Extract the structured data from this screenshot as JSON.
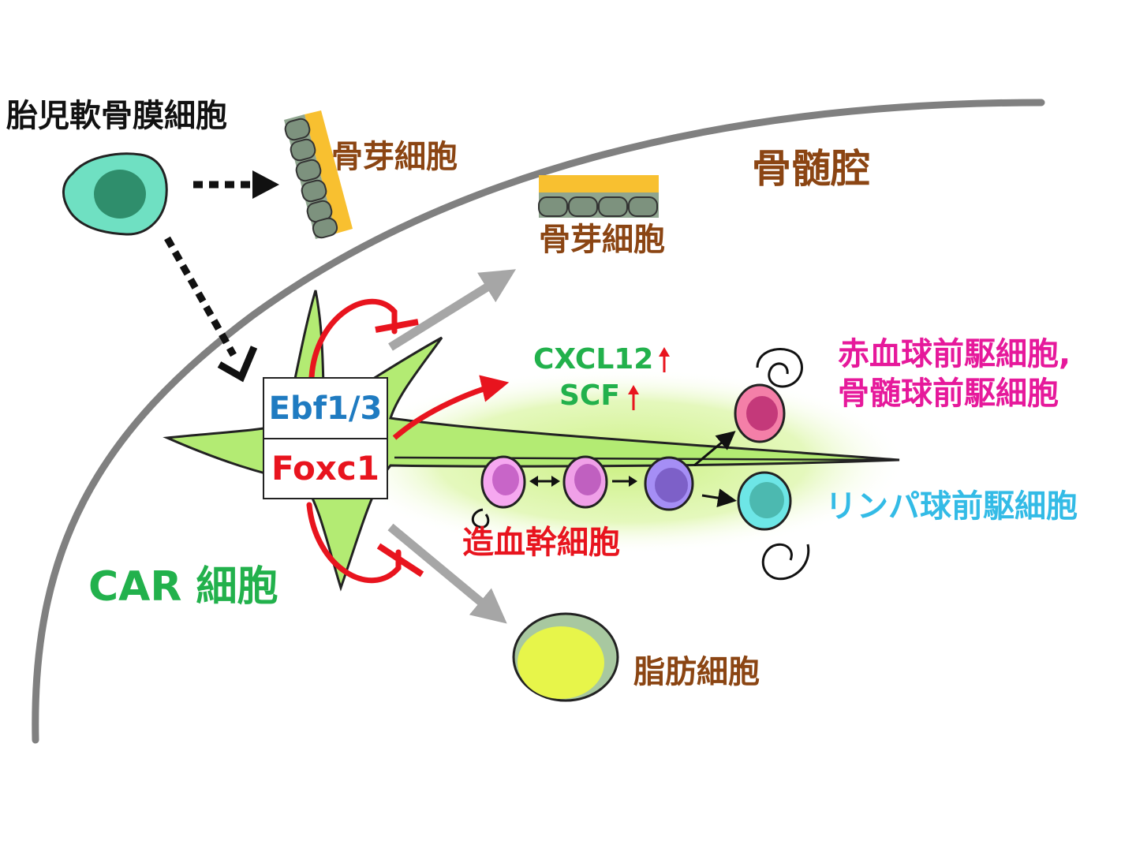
{
  "labels": {
    "fetal_perichondrial_cell": "胎児軟骨膜細胞",
    "osteoblast_top": "骨芽細胞",
    "bone_marrow_cavity": "骨髄腔",
    "osteoblast_mid": "骨芽細胞",
    "cxcl12": "CXCL12",
    "scf": "SCF",
    "erythroid_myeloid_line1": "赤血球前駆細胞,",
    "erythroid_myeloid_line2": "骨髄球前駆細胞",
    "ebf": "Ebf1/3",
    "foxc1": "Foxc1",
    "lymphoid_progenitor": "リンパ球前駆細胞",
    "hsc": "造血幹細胞",
    "car_cell": "CAR 細胞",
    "adipocyte": "脂肪細胞"
  },
  "colors": {
    "brown": "#8B4513",
    "green_label": "#22B14C",
    "magenta": "#E6199B",
    "cyan": "#33BBE6",
    "red": "#E8141E",
    "ebf_blue": "#1F7BC1",
    "bone_gray": "#808080",
    "car_cell_fill": "#B3EB73"
  }
}
